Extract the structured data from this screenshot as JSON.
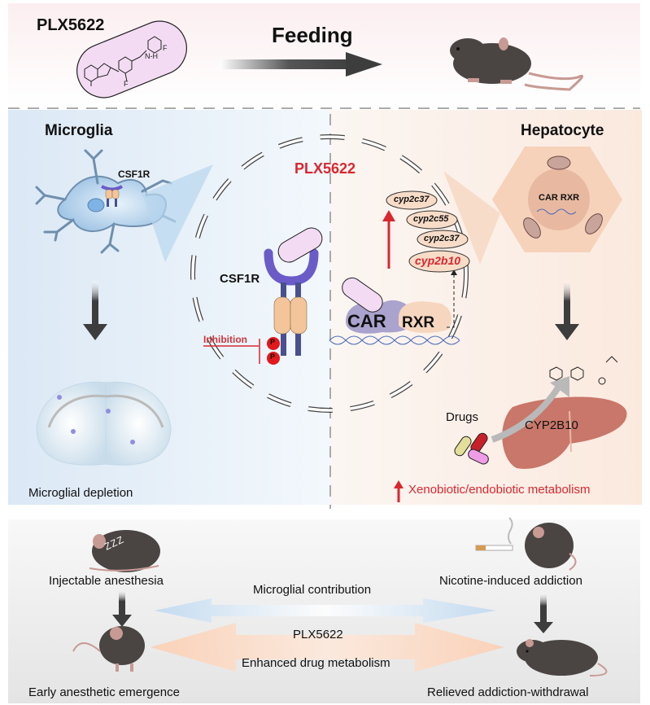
{
  "top": {
    "compound_label": "PLX5622",
    "arrow_label": "Feeding"
  },
  "microglia": {
    "title": "Microglia",
    "receptor_label": "CSF1R",
    "caption": "Microglial depletion"
  },
  "center": {
    "drug_label": "PLX5622",
    "receptor_label": "CSF1R",
    "inhibition_label": "Inhibition",
    "phospho_labels": [
      "P",
      "P"
    ],
    "car_label": "CAR",
    "rxr_label": "RXR",
    "genes": [
      {
        "name": "cyp2c37",
        "highlight": false
      },
      {
        "name": "cyp2c55",
        "highlight": false
      },
      {
        "name": "cyp2c37",
        "highlight": false
      },
      {
        "name": "cyp2b10",
        "highlight": true
      }
    ]
  },
  "hepatocyte": {
    "title": "Hepatocyte",
    "nucleus_label": "CAR RXR",
    "drugs_label": "Drugs",
    "enzyme_label": "CYP2B10",
    "caption": "Xenobiotic/endobiotic metabolism"
  },
  "bottom": {
    "left_top": "Injectable anesthesia",
    "left_bottom": "Early anesthetic emergence",
    "right_top": "Nicotine-induced addiction",
    "right_bottom": "Relieved addiction-withdrawal",
    "arrow1_label": "Microglial contribution",
    "arrow2_label_top": "PLX5622",
    "arrow2_label_bottom": "Enhanced drug metabolism",
    "sleep_glyph": "ZZZ"
  },
  "colors": {
    "red_accent": "#d9272e",
    "receptor_purple": "#6b5bc9",
    "receptor_stem": "#4a4f8f",
    "peach": "#f4c59a",
    "liver": "#c9776a",
    "mouse": "#4a4543"
  }
}
